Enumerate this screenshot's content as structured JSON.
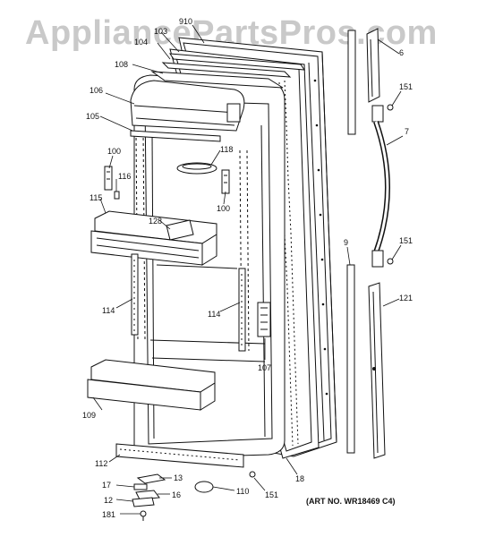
{
  "watermark": "AppliancePartsPros.com",
  "art_number": "(ART NO. WR18469 C4)",
  "callouts": {
    "c910": "910",
    "c103": "103",
    "c104": "104",
    "c108": "108",
    "c106": "106",
    "c105": "105",
    "c118": "118",
    "c100a": "100",
    "c116": "116",
    "c100b": "100",
    "c115": "115",
    "c128": "128",
    "c114a": "114",
    "c114b": "114",
    "c107": "107",
    "c109": "109",
    "c112": "112",
    "c13": "13",
    "c17": "17",
    "c16": "16",
    "c12": "12",
    "c181": "181",
    "c110": "110",
    "c151c": "151",
    "c18": "18",
    "c6": "6",
    "c151a": "151",
    "c7": "7",
    "c9": "9",
    "c151b": "151",
    "c121": "121"
  }
}
